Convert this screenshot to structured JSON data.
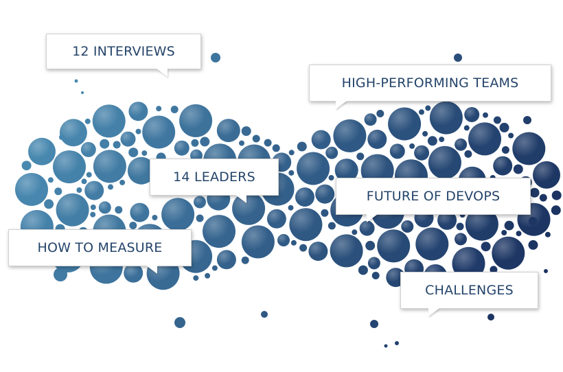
{
  "colors": {
    "bubble_light": "#4b8db4",
    "bubble_dark": "#1c3462",
    "label_text": "#24446a",
    "callout_background": "#ffffff"
  },
  "graphic": {
    "shape": "infinity-symbol-of-circles"
  },
  "callouts": {
    "interviews": "12 INTERVIEWS",
    "teams": "HIGH-PERFORMING TEAMS",
    "leaders": "14 LEADERS",
    "devops": "FUTURE OF DEVOPS",
    "measure": "HOW TO MEASURE",
    "challenges": "CHALLENGES"
  }
}
